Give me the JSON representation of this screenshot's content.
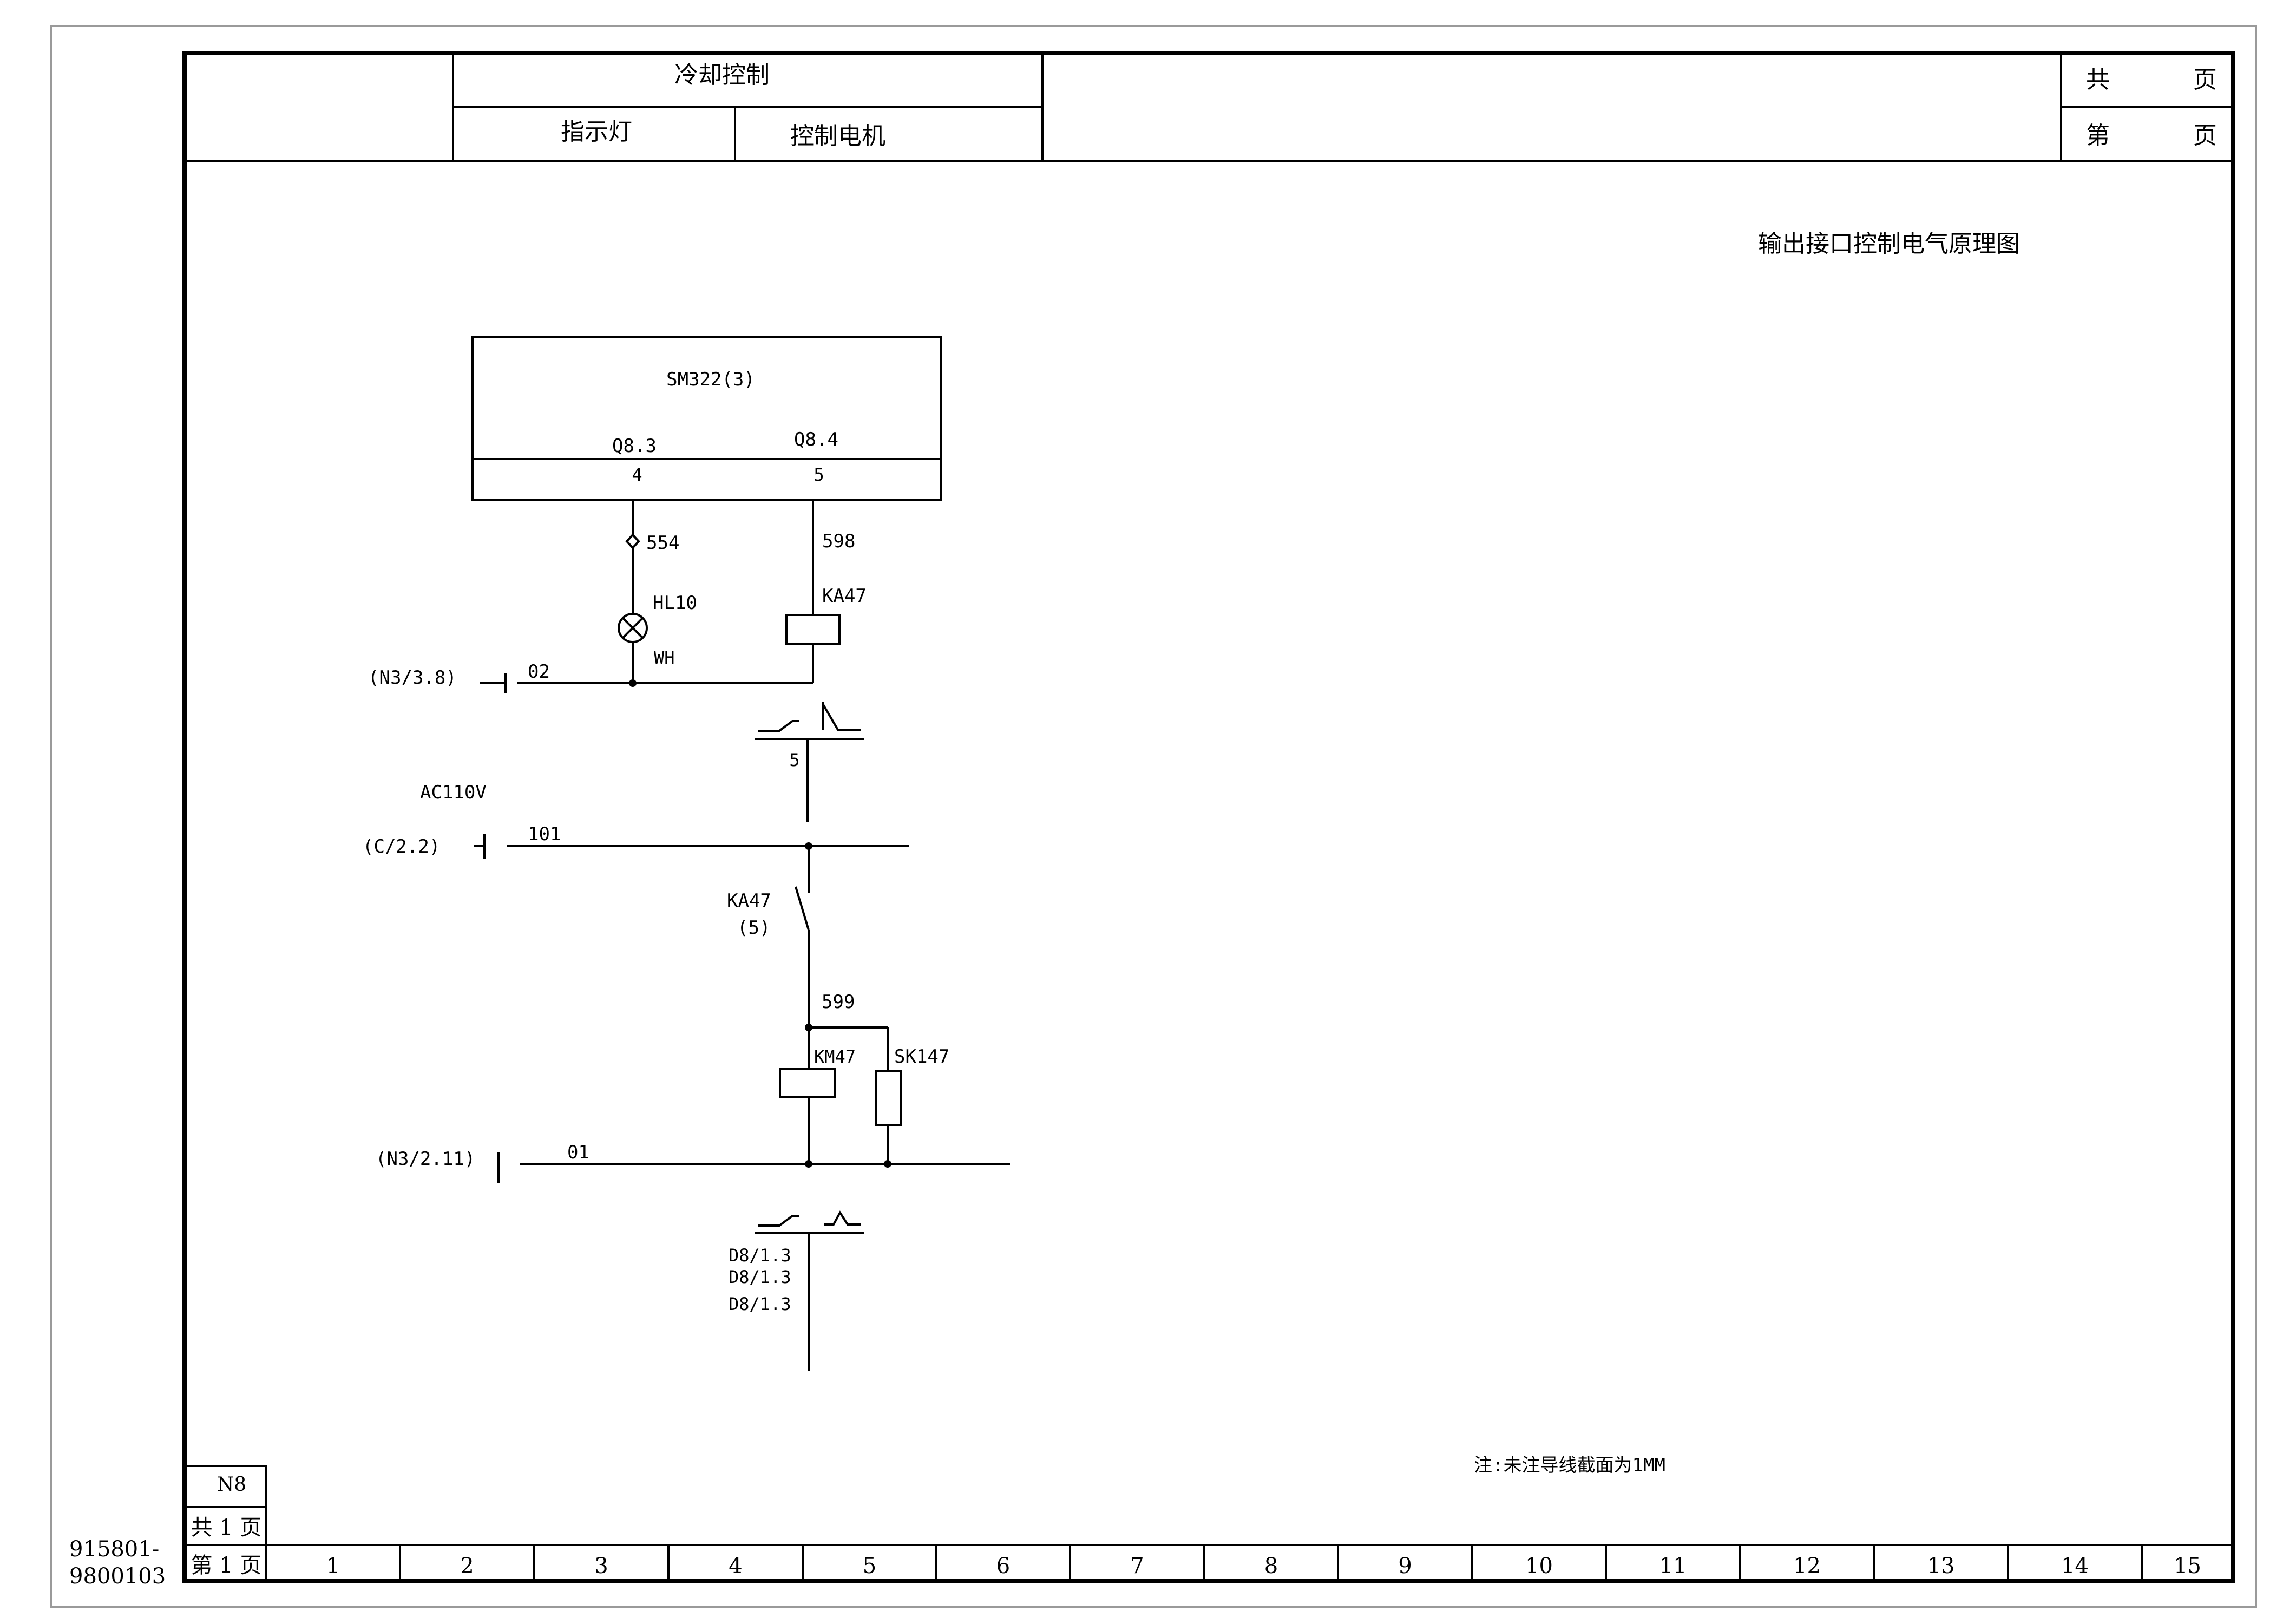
{
  "header": {
    "function_title": "冷却控制",
    "col_indicator": "指示灯",
    "col_control_motor": "控制电机",
    "total_pages_label": "共",
    "sheet_label": "第",
    "page_unit_1": "页",
    "page_unit_2": "页"
  },
  "drawing": {
    "title": "输出接口控制电气原理图",
    "note": "注:未注导线截面为1MM"
  },
  "plc": {
    "module": "SM322(3)",
    "output_a": "Q8.3",
    "output_b": "Q8.4",
    "terminal_a": "4",
    "terminal_b": "5"
  },
  "circuit": {
    "wire_554": "554",
    "wire_598": "598",
    "lamp_tag": "HL10",
    "lamp_color": "WH",
    "relay_coil_tag": "KA47",
    "ref_n3_38": "(N3/3.8)",
    "wire_02": "02",
    "relay_contact_col": "5",
    "voltage": "AC110V",
    "ref_c22": "(C/2.2)",
    "wire_101": "101",
    "contact_tag": "KA47",
    "contact_ref": "(5)",
    "wire_599": "599",
    "contactor_tag": "KM47",
    "suppressor_tag": "SK147",
    "ref_n3_211": "(N3/2.11)",
    "wire_01": "01",
    "xref_1": "D8/1.3",
    "xref_2": "D8/1.3",
    "xref_3": "D8/1.3"
  },
  "title_block": {
    "sheet_code": "N8",
    "total": "共 1 页",
    "current": "第 1 页",
    "doc_number_1": "915801-",
    "doc_number_2": "9800103",
    "columns": [
      "1",
      "2",
      "3",
      "4",
      "5",
      "6",
      "7",
      "8",
      "9",
      "10",
      "11",
      "12",
      "13",
      "14",
      "15"
    ]
  }
}
